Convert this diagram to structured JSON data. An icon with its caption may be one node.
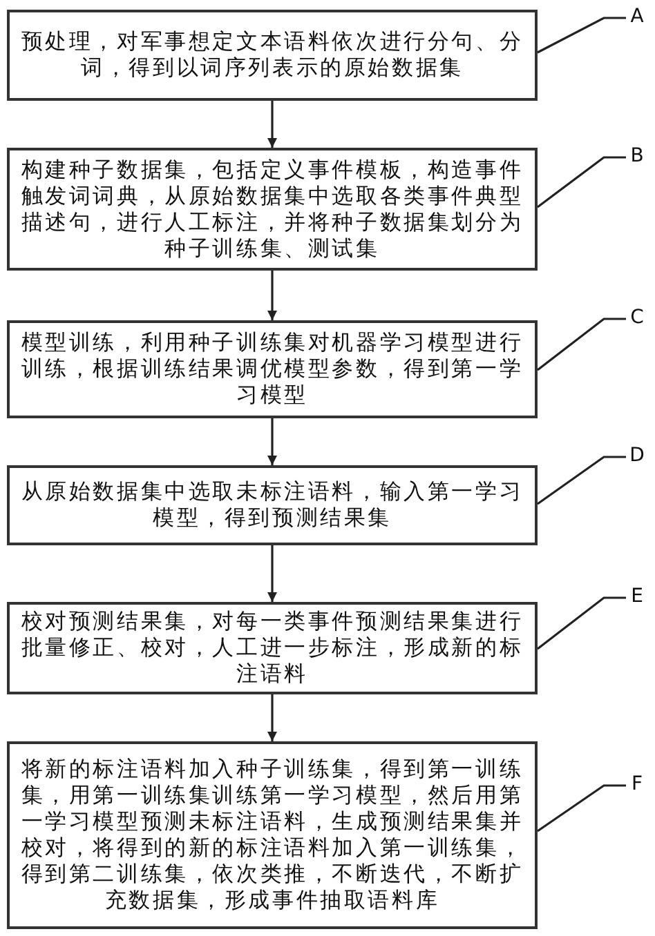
{
  "diagram": {
    "nodes": [
      {
        "text": [
          "预处理，对军事想定文本语料依次进行分句、分词，得到以词序列表示的原始数据集"
        ]
      },
      {
        "text": [
          "构建种子数据集，包括定义事件模板，构造事件触发词词典，从原始数据集中选取各类事件典型描述句，进行人工标注，并将种子数据集划分为种子训练集、测试集"
        ]
      },
      {
        "text": [
          "模型训练，利用种子训练集对机器学习模型进行训练，根据训练结果调优模型参数，得到第一学习模型"
        ]
      },
      {
        "text": [
          "从原始数据集中选取未标注语料，输入第一学习模型，得到预测结果集"
        ]
      },
      {
        "text": [
          "校对预测结果集，对每一类事件预测结果集进行批量修正、校对，人工进一步标注，形成新的标注语料"
        ]
      },
      {
        "text": [
          "将新的标注语料加入种子训练集，得到第一训练集，用第一训练集训练第一学习模型，然后用第一学习模型预测未标注语料，生成预测结果集并校对，将得到的新的标注语料加入第一训练集，得到第二训练集，依次类推，不断迭代，不断扩充数据集，形成事件抽取语料库"
        ]
      },
      {
        "text": [
          "A"
        ]
      },
      {
        "text": [
          "B"
        ]
      },
      {
        "text": [
          "C"
        ]
      },
      {
        "text": [
          "D"
        ]
      },
      {
        "text": [
          "E"
        ]
      },
      {
        "text": [
          "F"
        ]
      }
    ],
    "edges": [
      {
        "from": 0,
        "to": 1,
        "arrow": "to"
      },
      {
        "from": 1,
        "to": 2,
        "arrow": "to"
      },
      {
        "from": 2,
        "to": 3,
        "arrow": "to"
      },
      {
        "from": 3,
        "to": 4,
        "arrow": "to"
      },
      {
        "from": 4,
        "to": 5,
        "arrow": "to"
      },
      {
        "from": 6,
        "to": 0,
        "arrow": "none"
      },
      {
        "from": 7,
        "to": 1,
        "arrow": "none"
      },
      {
        "from": 8,
        "to": 2,
        "arrow": "none"
      },
      {
        "from": 9,
        "to": 3,
        "arrow": "none"
      },
      {
        "from": 10,
        "to": 4,
        "arrow": "none"
      },
      {
        "from": 11,
        "to": 5,
        "arrow": "none"
      }
    ]
  }
}
